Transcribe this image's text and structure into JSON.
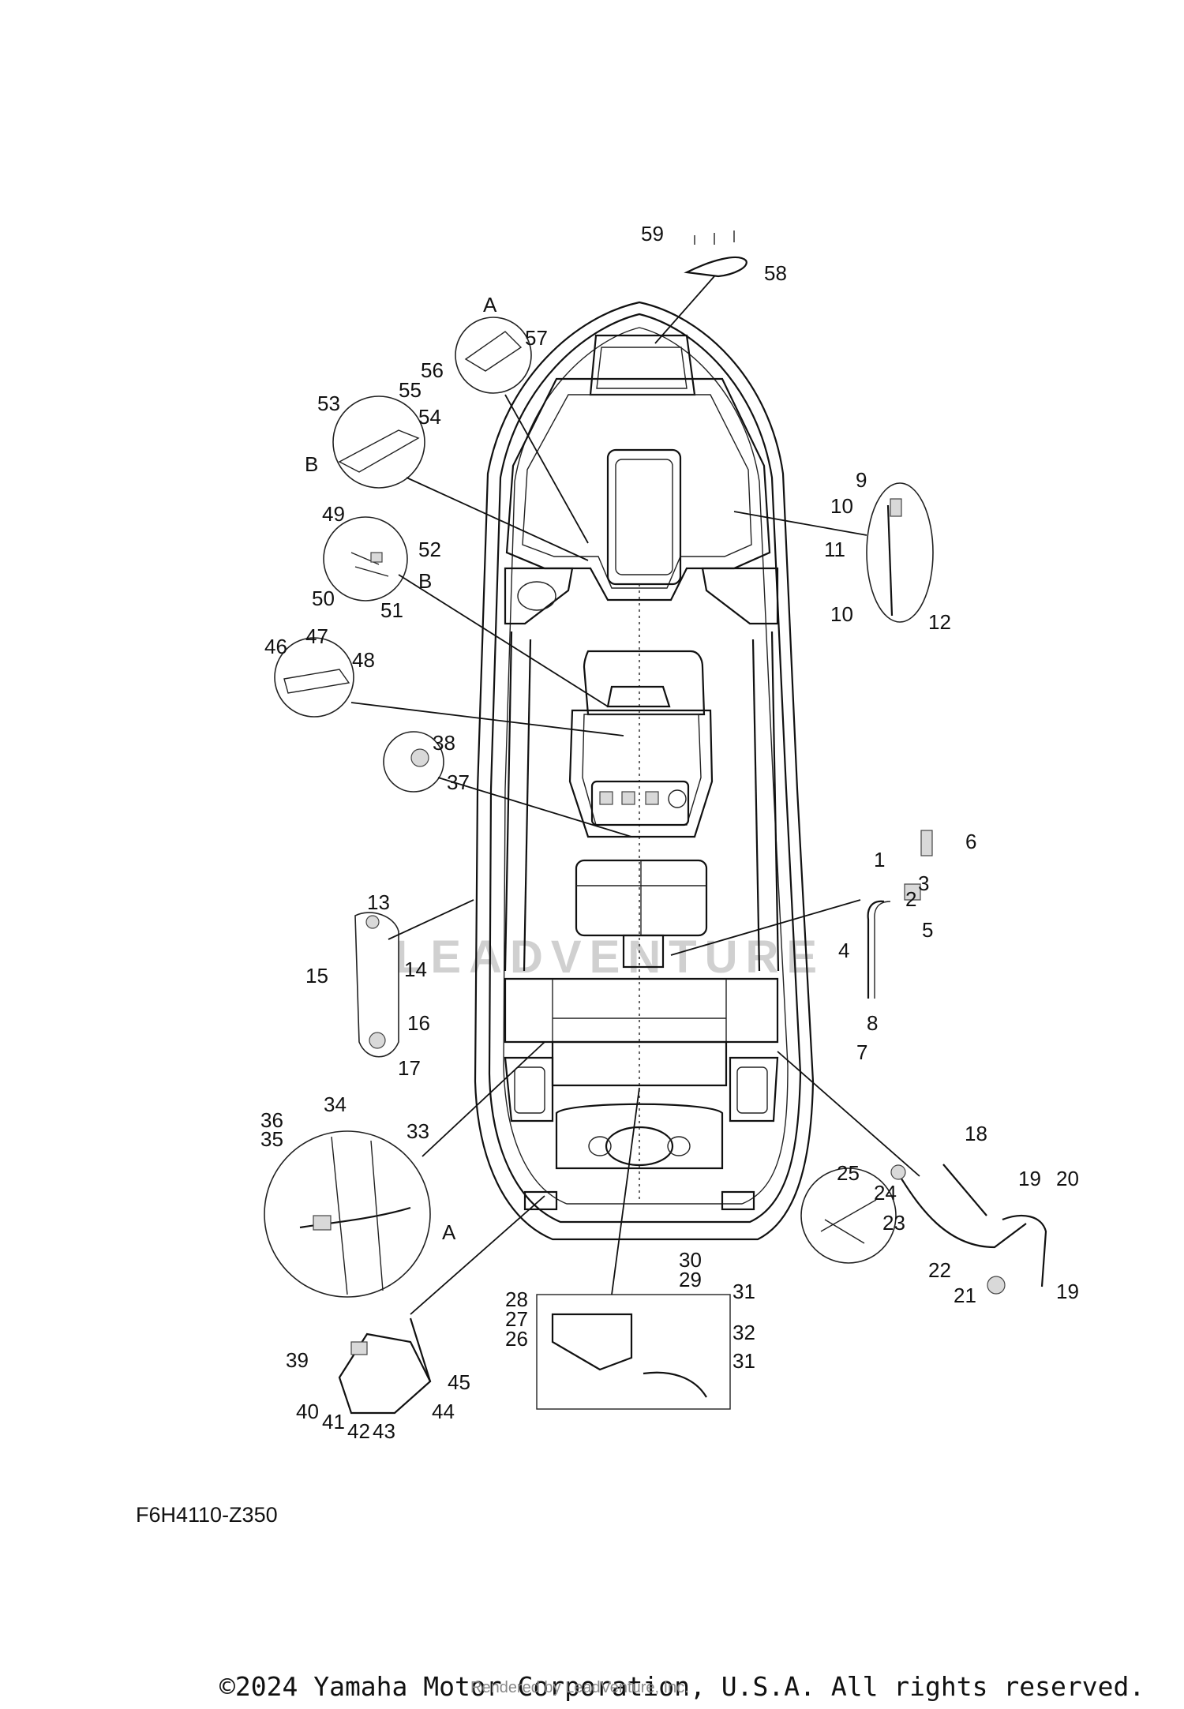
{
  "diagram": {
    "watermark": "LEADVENTURE",
    "figure_code": "F6H4110-Z350",
    "callouts": [
      {
        "id": "n59",
        "label": "59"
      },
      {
        "id": "n58",
        "label": "58"
      },
      {
        "id": "nA1",
        "label": "A"
      },
      {
        "id": "n57",
        "label": "57"
      },
      {
        "id": "n56",
        "label": "56"
      },
      {
        "id": "n53",
        "label": "53"
      },
      {
        "id": "n55",
        "label": "55"
      },
      {
        "id": "n54",
        "label": "54"
      },
      {
        "id": "nB1",
        "label": "B"
      },
      {
        "id": "n49",
        "label": "49"
      },
      {
        "id": "n52",
        "label": "52"
      },
      {
        "id": "nB2",
        "label": "B"
      },
      {
        "id": "n50",
        "label": "50"
      },
      {
        "id": "n51",
        "label": "51"
      },
      {
        "id": "n46",
        "label": "46"
      },
      {
        "id": "n47",
        "label": "47"
      },
      {
        "id": "n48",
        "label": "48"
      },
      {
        "id": "n38",
        "label": "38"
      },
      {
        "id": "n37",
        "label": "37"
      },
      {
        "id": "n9",
        "label": "9"
      },
      {
        "id": "n10a",
        "label": "10"
      },
      {
        "id": "n11",
        "label": "11"
      },
      {
        "id": "n10b",
        "label": "10"
      },
      {
        "id": "n12",
        "label": "12"
      },
      {
        "id": "n6",
        "label": "6"
      },
      {
        "id": "n1",
        "label": "1"
      },
      {
        "id": "n3",
        "label": "3"
      },
      {
        "id": "n2",
        "label": "2"
      },
      {
        "id": "n5",
        "label": "5"
      },
      {
        "id": "n4",
        "label": "4"
      },
      {
        "id": "n8",
        "label": "8"
      },
      {
        "id": "n7",
        "label": "7"
      },
      {
        "id": "n13",
        "label": "13"
      },
      {
        "id": "n14",
        "label": "14"
      },
      {
        "id": "n15",
        "label": "15"
      },
      {
        "id": "n16",
        "label": "16"
      },
      {
        "id": "n17",
        "label": "17"
      },
      {
        "id": "n36",
        "label": "36"
      },
      {
        "id": "n35",
        "label": "35"
      },
      {
        "id": "n34",
        "label": "34"
      },
      {
        "id": "n33",
        "label": "33"
      },
      {
        "id": "nA2",
        "label": "A"
      },
      {
        "id": "n18",
        "label": "18"
      },
      {
        "id": "n25",
        "label": "25"
      },
      {
        "id": "n24",
        "label": "24"
      },
      {
        "id": "n23",
        "label": "23"
      },
      {
        "id": "n19a",
        "label": "19"
      },
      {
        "id": "n20",
        "label": "20"
      },
      {
        "id": "n22",
        "label": "22"
      },
      {
        "id": "n21",
        "label": "21"
      },
      {
        "id": "n19b",
        "label": "19"
      },
      {
        "id": "n30",
        "label": "30"
      },
      {
        "id": "n29",
        "label": "29"
      },
      {
        "id": "n28",
        "label": "28"
      },
      {
        "id": "n27",
        "label": "27"
      },
      {
        "id": "n26",
        "label": "26"
      },
      {
        "id": "n31a",
        "label": "31"
      },
      {
        "id": "n32",
        "label": "32"
      },
      {
        "id": "n31b",
        "label": "31"
      },
      {
        "id": "n39",
        "label": "39"
      },
      {
        "id": "n45",
        "label": "45"
      },
      {
        "id": "n40",
        "label": "40"
      },
      {
        "id": "n41",
        "label": "41"
      },
      {
        "id": "n42",
        "label": "42"
      },
      {
        "id": "n43",
        "label": "43"
      },
      {
        "id": "n44",
        "label": "44"
      }
    ]
  },
  "footer": {
    "copyright": "©2024 Yamaha Motor Corporation, U.S.A. All rights reserved.",
    "rendered_by": "Rendered by LeadVenture, Inc."
  }
}
